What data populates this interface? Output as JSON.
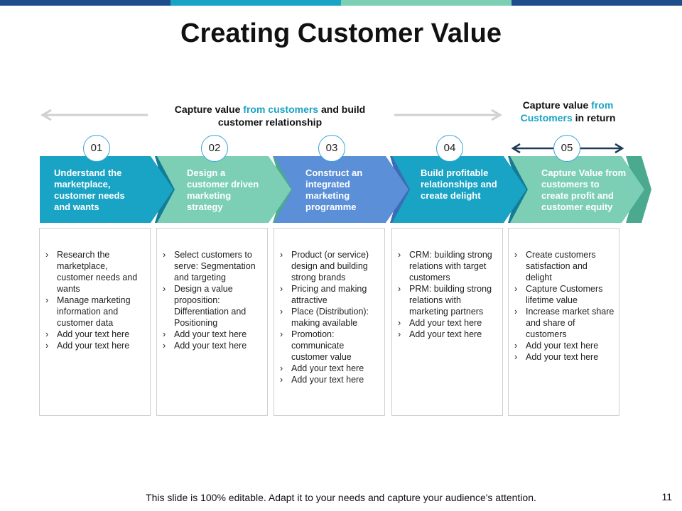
{
  "colors": {
    "topbar": [
      "#1f4e8c",
      "#19a3c4",
      "#7ccfb5",
      "#1f4e8c"
    ],
    "stage_fill": [
      "#19a3c4",
      "#7ccfb5",
      "#5b8fd8",
      "#19a3c4",
      "#7ccfb5"
    ],
    "stage_shadow": [
      "#137c96",
      "#4aa98f",
      "#3a6cb5",
      "#137c96",
      "#4aa98f"
    ],
    "highlight": "#19a3c4",
    "arrow_gray": "#d0d0d0",
    "arrow_dark": "#1f3b57"
  },
  "title": "Creating Customer Value",
  "caption_left": {
    "part1": "Capture value ",
    "highlight": "from customers",
    "part2": " and build customer relationship"
  },
  "caption_right": {
    "part1": "Capture value ",
    "highlight": "from Customers",
    "part2": " in return"
  },
  "stages": [
    {
      "number": "01",
      "label": "Understand the marketplace, customer needs and wants",
      "bullets": [
        "Research the marketplace, customer needs and wants",
        "Manage marketing information and customer data",
        "Add your text here",
        "Add your text here"
      ]
    },
    {
      "number": "02",
      "label": "Design a customer driven marketing strategy",
      "bullets": [
        "Select customers to serve: Segmentation and targeting",
        "Design a value proposition: Differentiation and Positioning",
        "Add your text here",
        "Add your text here"
      ]
    },
    {
      "number": "03",
      "label": "Construct an integrated marketing programme",
      "bullets": [
        "Product (or service) design and building strong brands",
        "Pricing and making attractive",
        "Place (Distribution): making available",
        "Promotion: communicate customer value",
        "Add your text here",
        "Add your text here"
      ]
    },
    {
      "number": "04",
      "label": "Build profitable relationships and create delight",
      "bullets": [
        "CRM: building strong relations with target customers",
        "PRM: building strong relations with marketing partners",
        "Add your text here",
        "Add your text here"
      ]
    },
    {
      "number": "05",
      "label": "Capture Value from customers to create profit and customer equity",
      "bullets": [
        "Create customers satisfaction and delight",
        "Capture Customers lifetime value",
        "Increase market share and share of customers",
        "Add your text here",
        "Add your text here"
      ]
    }
  ],
  "bullet_glyph": "›",
  "footer": "This slide is 100% editable. Adapt it to your needs and capture your audience's attention.",
  "page_number": "11"
}
